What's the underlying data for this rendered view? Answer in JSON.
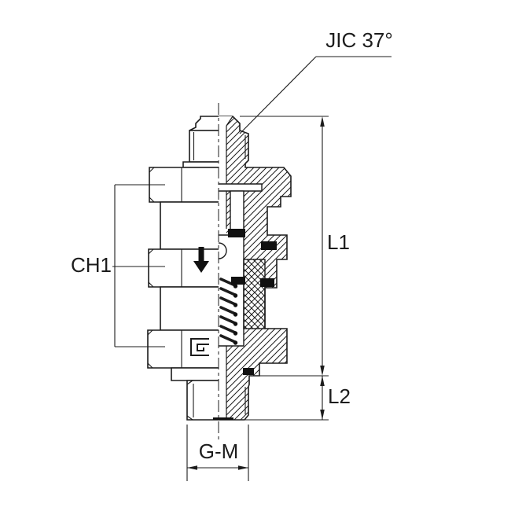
{
  "drawing": {
    "title": "Bulkhead check valve fitting - half section technical drawing",
    "labels": {
      "jic": "JIC 37°",
      "ch1": "CH1",
      "l1": "L1",
      "l2": "L2",
      "gm": "G-M"
    },
    "icons": {
      "flow_arrow": "downward black flow-direction arrow on middle hex nut",
      "logo": "square-spiral manufacturer logo on lower hex nut",
      "spring": "check-valve spring coils with round wire cross-sections",
      "seals": "black elastomer o-ring cross sections"
    },
    "colors": {
      "background": "#ffffff",
      "line": "#1c1c1c",
      "seal": "#111111"
    }
  }
}
